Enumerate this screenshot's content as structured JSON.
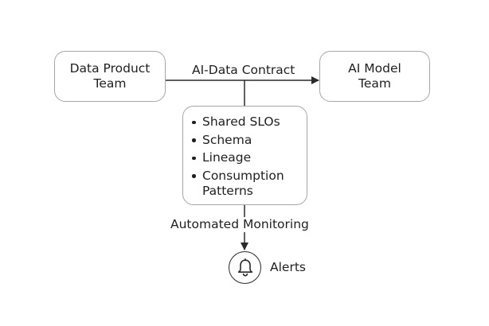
{
  "nodes": {
    "data_product_team": {
      "line1": "Data Product",
      "line2": "Team"
    },
    "ai_model_team": {
      "line1": "AI Model",
      "line2": "Team"
    },
    "contract_details": {
      "items": [
        {
          "line1": "Shared SLOs",
          "line2": ""
        },
        {
          "line1": "Schema",
          "line2": ""
        },
        {
          "line1": "Lineage",
          "line2": ""
        },
        {
          "line1": "Consumption",
          "line2": "Patterns"
        }
      ]
    },
    "alerts": {
      "label": "Alerts",
      "icon": "bell-icon"
    }
  },
  "edges": {
    "contract": {
      "label": "AI-Data Contract"
    },
    "monitoring": {
      "label": "Automated Monitoring"
    }
  },
  "colors": {
    "box_border": "#a6a6a6",
    "line": "#2a2a2a",
    "text": "#1f1f1f"
  }
}
